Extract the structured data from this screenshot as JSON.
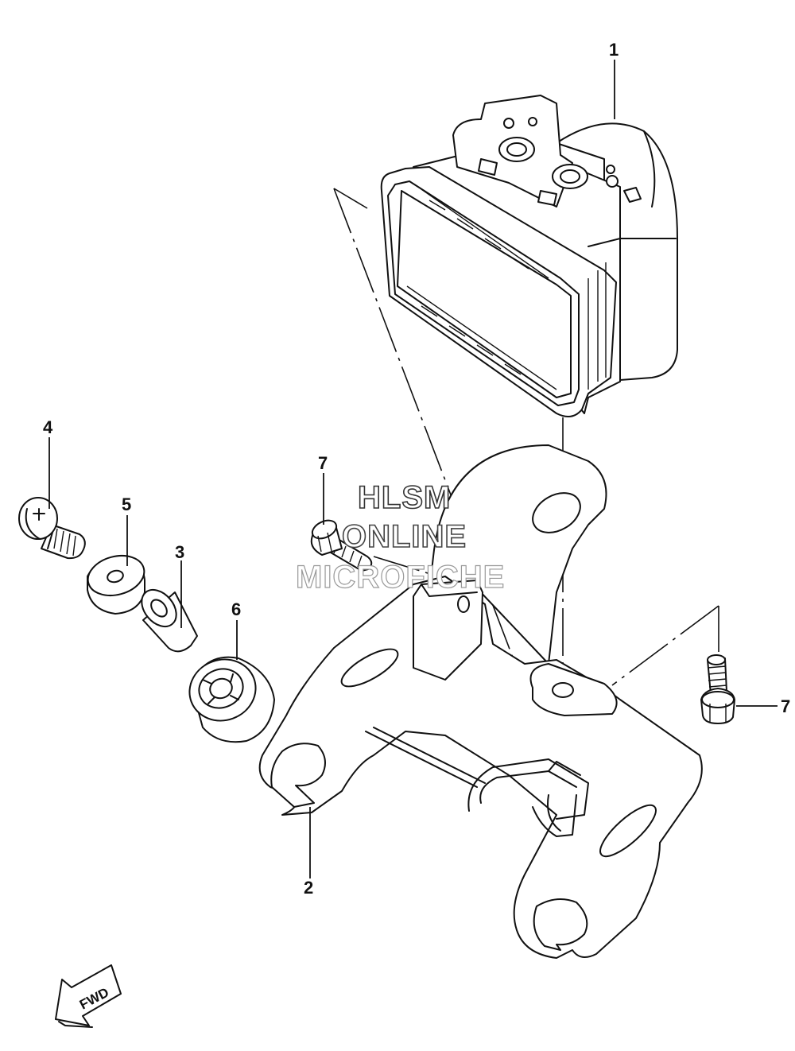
{
  "callouts": {
    "c1": "1",
    "c2": "2",
    "c3": "3",
    "c4": "4",
    "c5": "5",
    "c6": "6",
    "c7a": "7",
    "c7b": "7"
  },
  "watermark": {
    "line1": "HLSM",
    "line2": "ONLINE",
    "line3": "MICROFICHE"
  },
  "fwd_arrow": {
    "label": "FWD"
  }
}
